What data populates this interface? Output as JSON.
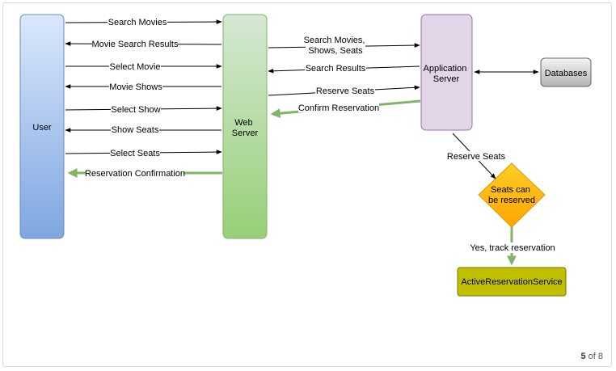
{
  "nodes": {
    "user": "User",
    "web_server": [
      "Web",
      "Server"
    ],
    "app_server": [
      "Application",
      "Server"
    ],
    "databases": "Databases",
    "decision": [
      "Seats can",
      "be reserved"
    ],
    "active_service": "ActiveReservationService"
  },
  "user_web_messages": [
    "Search Movies",
    "Movie Search Results",
    "Select Movie",
    "Movie Shows",
    "Select Show",
    "Show Seats",
    "Select Seats",
    "Reservation Confirmation"
  ],
  "web_app_messages": {
    "search_movies": [
      "Search Movies,",
      "Shows, Seats"
    ],
    "search_results": "Search Results",
    "reserve_seats": "Reserve Seats",
    "confirm_reservation": "Confirm Reservation"
  },
  "flow_labels": {
    "reserve_seats": "Reserve Seats",
    "yes_track": "Yes, track reservation"
  },
  "pager": {
    "current": "5",
    "separator": "of",
    "total": "8"
  },
  "colors": {
    "user_fill_top": "#dae8fc",
    "user_fill_bottom": "#7ea6e0",
    "web_fill_top": "#d5e8d4",
    "web_fill_bottom": "#97d077",
    "app_fill": "#e1d5e7",
    "db_fill_top": "#f5f5f5",
    "db_fill_bottom": "#b3b3b3",
    "decision_fill": "#ffcd28",
    "service_fill": "#c0c000",
    "green_arrow": "#82b366"
  }
}
